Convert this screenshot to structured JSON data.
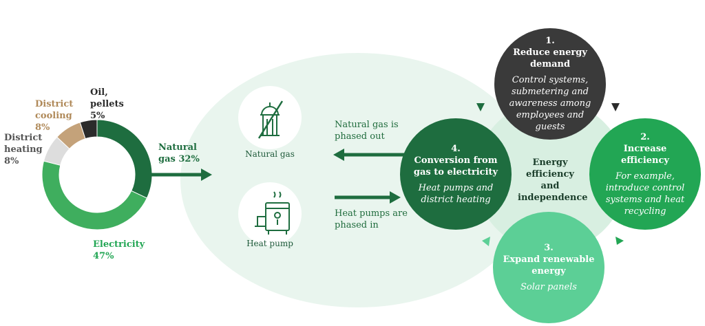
{
  "colors": {
    "natural_gas": "#1e6d3f",
    "electricity": "#3fae5e",
    "district_heating": "#dddddd",
    "district_cooling": "#c4a27a",
    "oil_pellets": "#2b2b2b",
    "pale_bg": "#e9f5ee",
    "arrow": "#1e6d3f",
    "circle_reduce": "#3a3a3a",
    "circle_efficiency": "#22a654",
    "circle_renewable": "#5ccf96",
    "circle_conversion": "#1e6d3f"
  },
  "chart_data": {
    "type": "pie",
    "categories": [
      "Natural gas",
      "Electricity",
      "District heating",
      "District cooling",
      "Oil, pellets"
    ],
    "values": [
      32,
      47,
      8,
      8,
      5
    ],
    "unit": "%",
    "labels": {
      "natural_gas": "Natural gas 32%",
      "electricity": "Electricity 47%",
      "district_heating": "District heating 8%",
      "district_cooling": "District cooling 8%",
      "oil_pellets": "Oil, pellets 5%"
    }
  },
  "transition": {
    "natural_gas_icon_label": "Natural gas",
    "heat_pump_icon_label": "Heat pump",
    "gas_phased_out": "Natural gas is phased out",
    "heat_pumps_phased_in": "Heat pumps are phased in"
  },
  "cycle": {
    "center": "Energy efficiency and independence",
    "steps": [
      {
        "number": "1.",
        "title": "Reduce energy demand",
        "description": "Control systems, submetering and awareness among employees and guests"
      },
      {
        "number": "2.",
        "title": "Increase efficiency",
        "description": "For example, introduce control systems and heat recycling"
      },
      {
        "number": "3.",
        "title": "Expand renewable energy",
        "description": "Solar panels"
      },
      {
        "number": "4.",
        "title": "Conversion from gas to electricity",
        "description": "Heat pumps and district heating"
      }
    ]
  }
}
